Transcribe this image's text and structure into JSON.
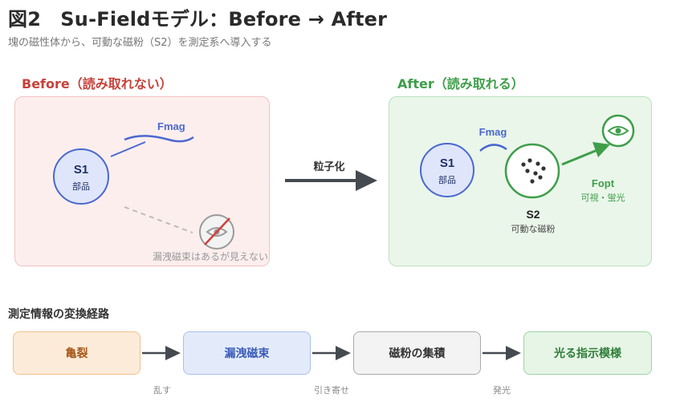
{
  "header": {
    "title": "図2　Su-Fieldモデル：Before → After",
    "subtitle": "塊の磁性体から、可動な磁粉（S2）を測定系へ導入する"
  },
  "before": {
    "heading": "Before（読み取れない）",
    "s1_label": "S1",
    "s1_sub": "部品",
    "field_label": "Fmag",
    "caption": "漏洩磁束はあるが見えない",
    "eye_icon": "crossed-eye-icon"
  },
  "transition": {
    "label": "粒子化"
  },
  "after": {
    "heading": "After（読み取れる）",
    "s1_label": "S1",
    "s1_sub": "部品",
    "field_label": "Fmag",
    "s2_label": "S2",
    "s2_sub": "可動な磁粉",
    "fopt_label": "Fopt",
    "fopt_sub": "可視・蛍光",
    "eye_icon": "eye-icon"
  },
  "flow": {
    "heading": "測定情報の変換経路",
    "steps": [
      "亀裂",
      "漏洩磁束",
      "磁粉の集積",
      "光る指示模様"
    ],
    "captions": [
      "乱す",
      "引き寄せ",
      "発光"
    ]
  },
  "colors": {
    "before_accent": "#c8413b",
    "after_accent": "#3f9e4a",
    "s1_fill": "#dfe6fb",
    "s1_stroke": "#4a68d0",
    "arrow_dark": "#454a51"
  }
}
